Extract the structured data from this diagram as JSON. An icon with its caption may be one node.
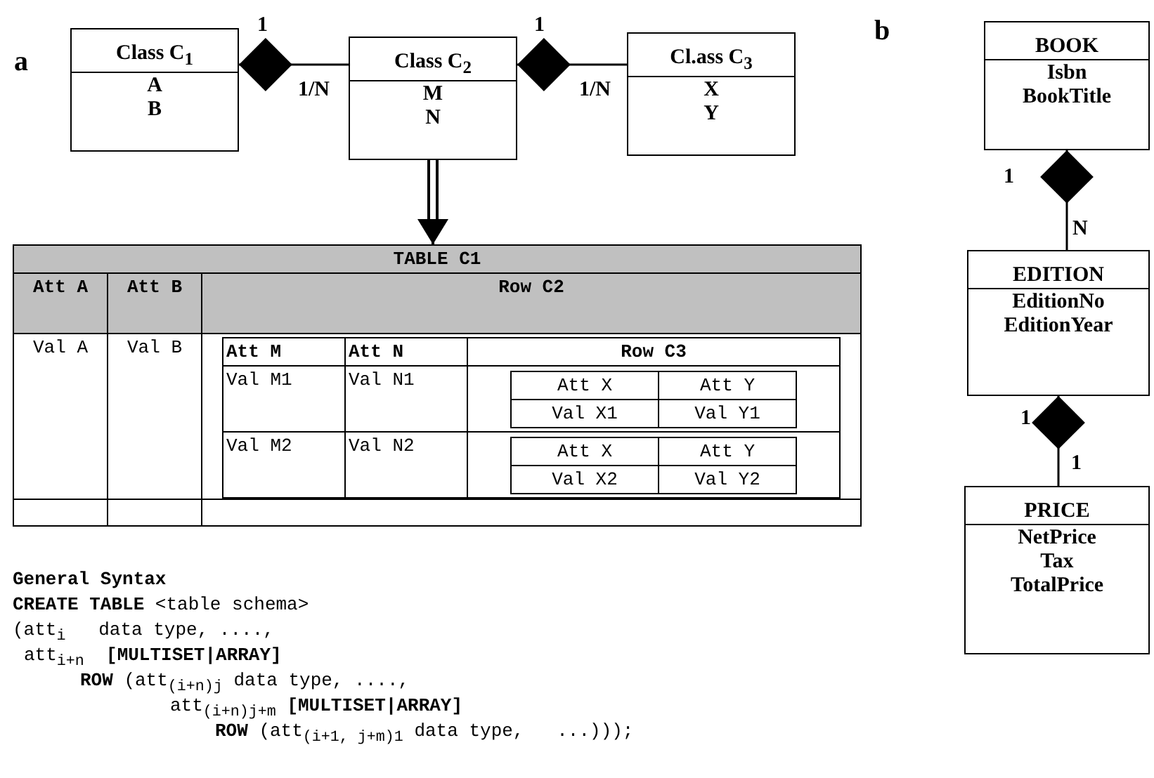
{
  "diagram": {
    "nodes": [
      {
        "text": [
          "Class C$_{1}$",
          "A",
          "B"
        ]
      },
      {
        "text": [
          "Class C$_{2}$",
          "M",
          "N"
        ]
      },
      {
        "text": [
          "Cl.ass C$_{3}$",
          "X",
          "Y"
        ]
      },
      {
        "text": [
          "BOOK",
          "Isbn",
          "BookTitle"
        ]
      },
      {
        "text": [
          "EDITION",
          "EditionNo",
          "EditionYear"
        ]
      },
      {
        "text": [
          "PRICE",
          "NetPrice",
          "Tax",
          "TotalPrice"
        ]
      },
      {
        "text": [
          "TABLE C1"
        ]
      }
    ],
    "edges": [
      {
        "from": 0,
        "to": 1,
        "arrow": "other"
      },
      {
        "from": 1,
        "to": 2,
        "arrow": "other"
      },
      {
        "from": 1,
        "to": 6,
        "arrow": "to"
      },
      {
        "from": 3,
        "to": 4,
        "arrow": "other"
      },
      {
        "from": 4,
        "to": 5,
        "arrow": "other"
      }
    ],
    "labels": [
      "a",
      "1",
      "1/N",
      "1",
      "1/N",
      "Att A",
      "Att B",
      "Row C2",
      "Val A",
      "Val B",
      "Att M",
      "Att N",
      "Row C3",
      "Val M1",
      "Val N1",
      "Att X",
      "Att Y",
      "Val X1",
      "Val Y1",
      "Val M2",
      "Val N2",
      "Att X",
      "Att Y",
      "Val X2",
      "Val Y2",
      "General Syntax",
      "**CREATE TABLE** <table schema>",
      "(att$_{i}$   data type, ....,",
      "att$_{i+n}$  **[MULTISET|ARRAY]**",
      "**ROW** (att$_{(i+n)j}$ data type, ....,",
      "att$_{(i+n)j+m}$ **[MULTISET|ARRAY]**",
      "**ROW** (att$_{(i+1, j+m)1}$ data type,   ...)));",
      "b",
      "1",
      "N",
      "1",
      "1"
    ]
  }
}
